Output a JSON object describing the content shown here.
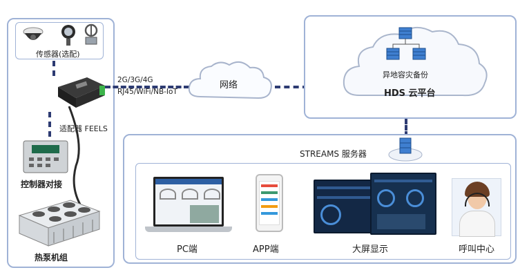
{
  "sensors": {
    "label": "传感器(选配)"
  },
  "adapter": {
    "label": "适配器 FEELS"
  },
  "controller": {
    "label": "控制器对接"
  },
  "heatpump": {
    "label": "热泵机组"
  },
  "link": {
    "line1": "2G/3G/4G",
    "line2": "RJ45/WiFi/NB-IoT"
  },
  "network": {
    "label": "网络"
  },
  "cloud": {
    "backup_label": "异地容灾备份",
    "platform_label": "HDS 云平台"
  },
  "server": {
    "label": "STREAMS 服务器"
  },
  "clients": [
    {
      "label": "PC端"
    },
    {
      "label": "APP端"
    },
    {
      "label": "大屏显示"
    },
    {
      "label": "呼叫中心"
    }
  ]
}
